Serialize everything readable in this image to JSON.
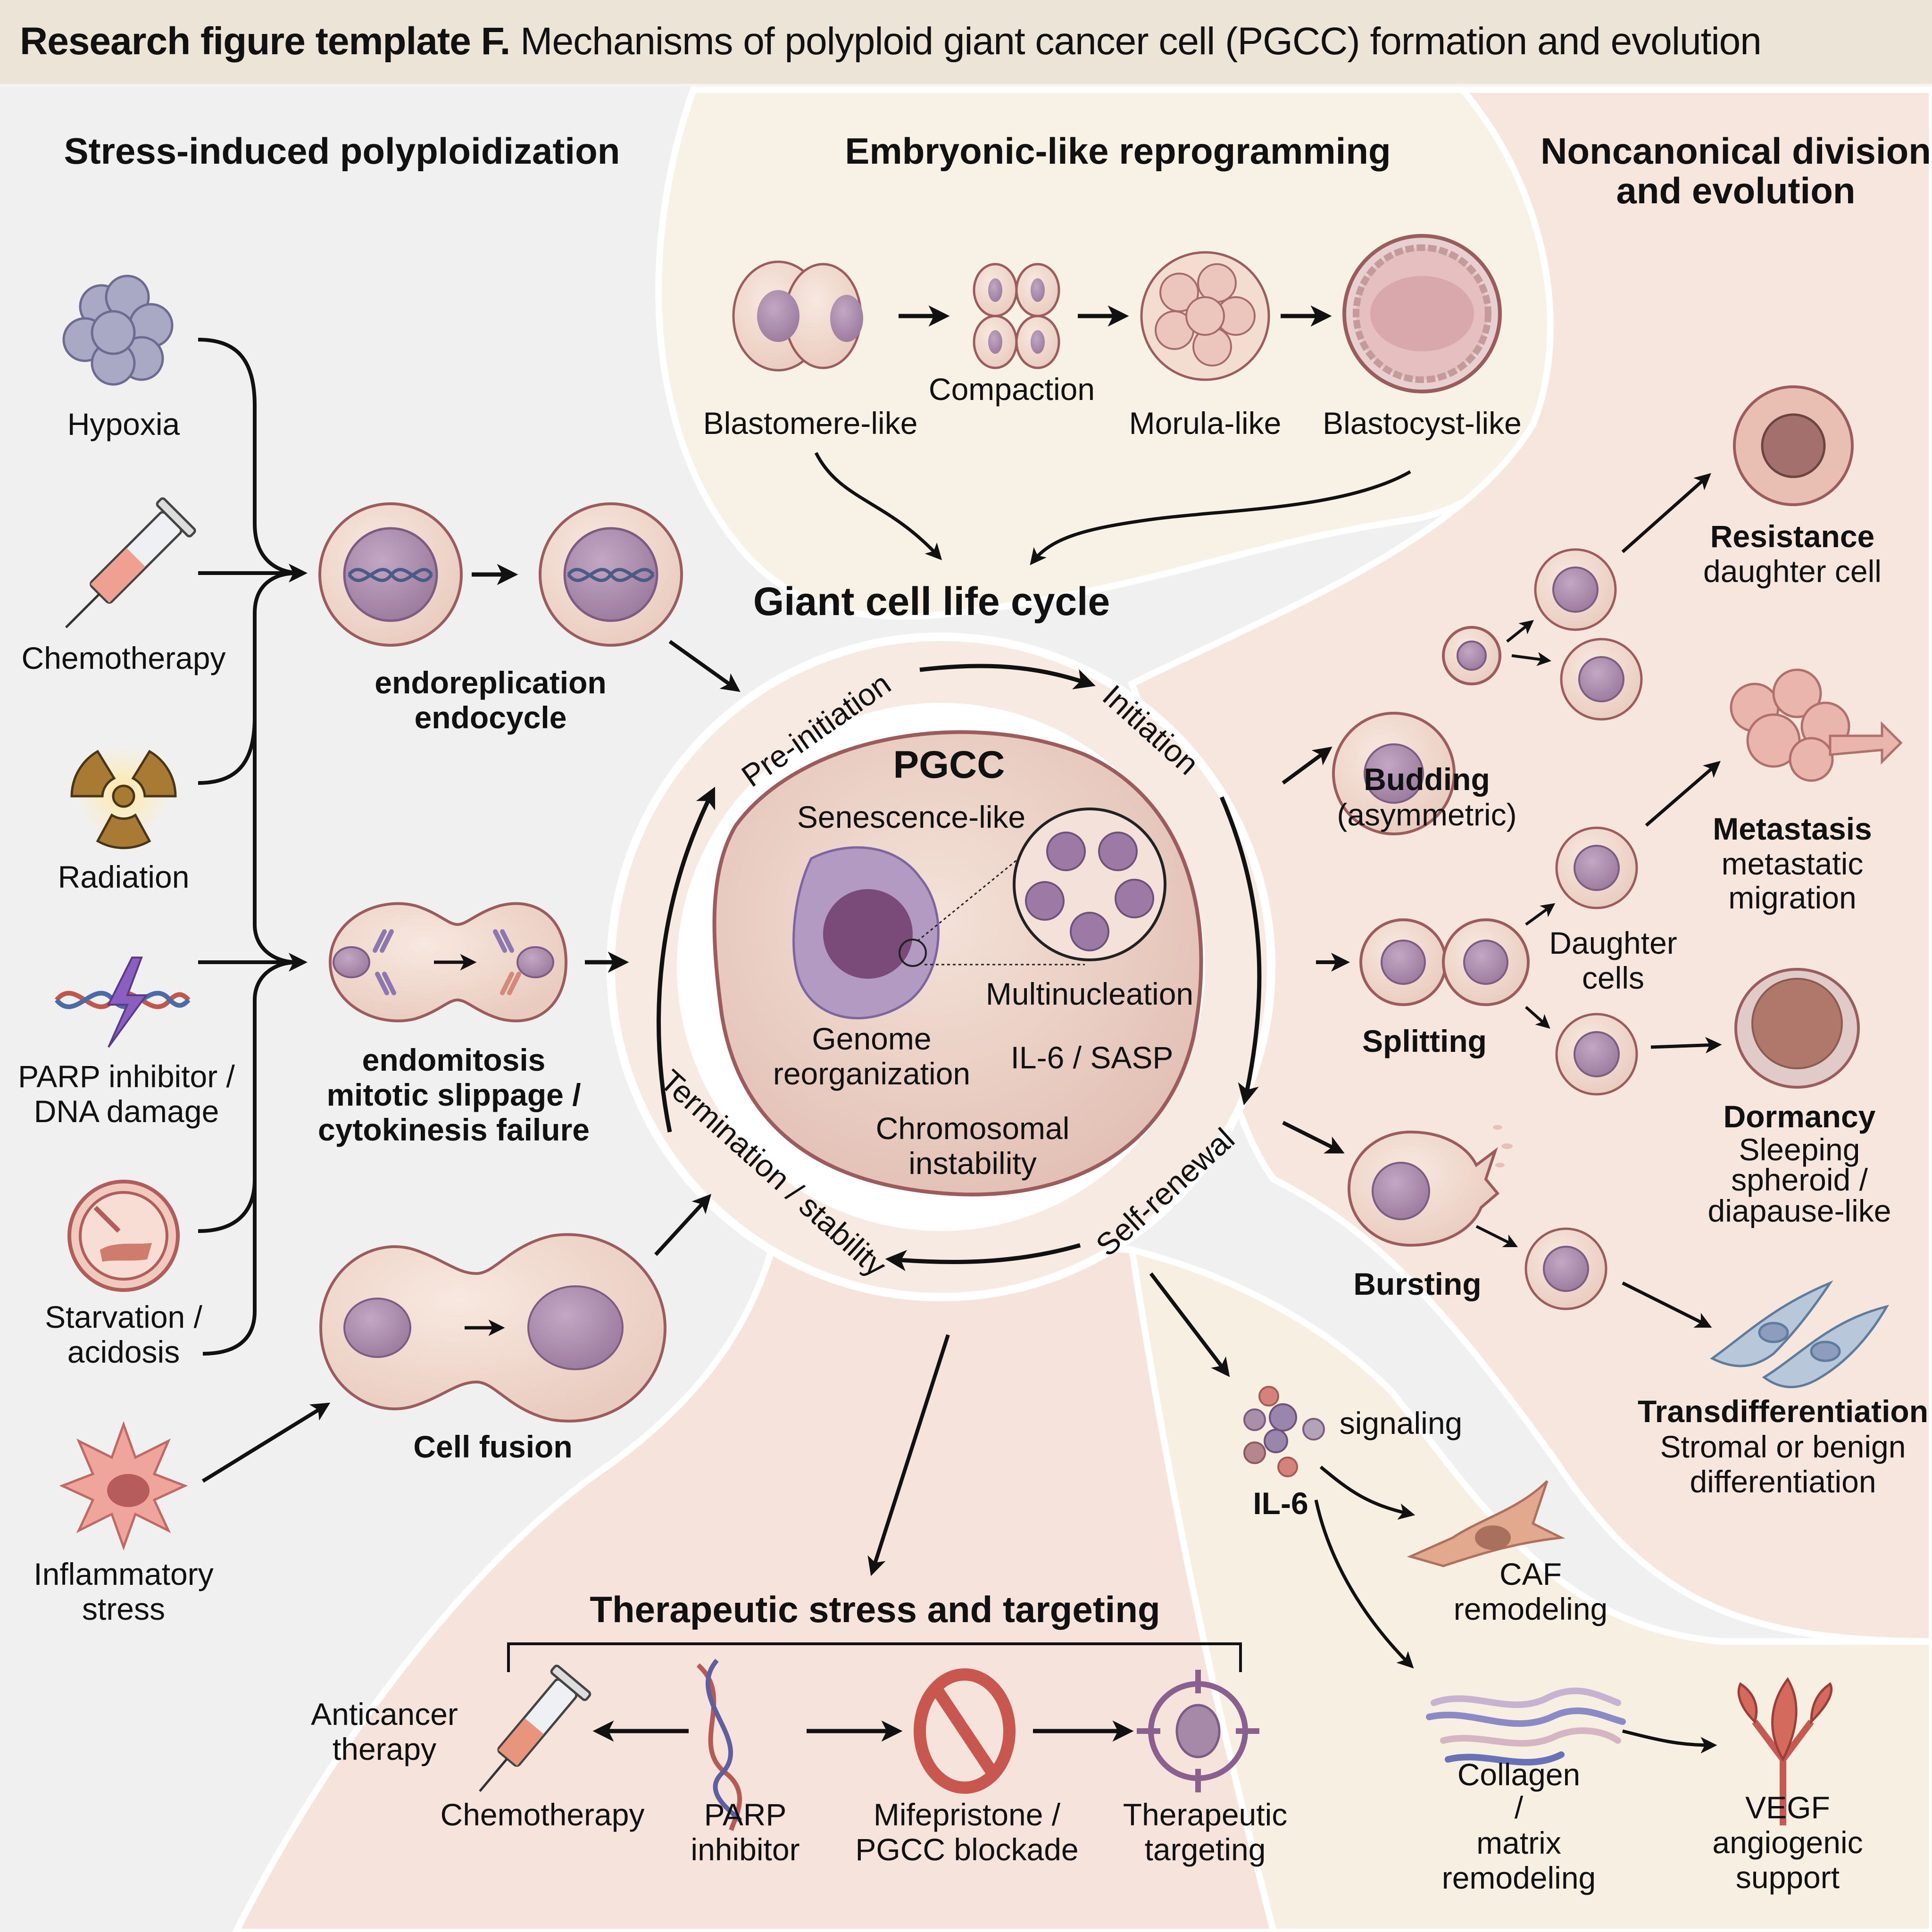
{
  "title": {
    "prefix": "Research figure template F.",
    "text": "Mechanisms of polyploid giant cancer cell (PGCC) formation and evolution"
  },
  "colors": {
    "panel_left": "#f1f0f2",
    "panel_top": "#f8f1e5",
    "panel_right": "#f6e6de",
    "panel_bottom": "#f5e3dc",
    "cell_fill": "#f0d9cc",
    "cell_stroke": "#9c5c5e",
    "nucleus": "#a989ab",
    "arrow": "#111111"
  },
  "sections": {
    "stress": {
      "title": "Stress-induced polyploidization",
      "inducers": [
        {
          "icon": "cell-cluster-icon",
          "label": "Hypoxia"
        },
        {
          "icon": "syringe-icon",
          "label": "Chemotherapy"
        },
        {
          "icon": "radiation-icon",
          "label": "Radiation"
        },
        {
          "icon": "dna-damage-icon",
          "label": "PARP inhibitor / DNA damage"
        },
        {
          "icon": "starvation-icon",
          "label": "Starvation / acidosis"
        },
        {
          "icon": "inflammatory-cell-icon",
          "label": "Inflammatory stress"
        }
      ],
      "routes": [
        {
          "line1": "endoreplication",
          "line2": "endocycle"
        },
        {
          "line1": "endomitosis",
          "line2": "mitotic slippage /",
          "line3": "cytokinesis failure"
        },
        {
          "line1": "Cell fusion"
        }
      ]
    },
    "embryonic": {
      "title": "Embryonic-like reprogramming",
      "stages": [
        "Blastomere-like",
        "Compaction",
        "Morula-like",
        "Blastocyst-like"
      ]
    },
    "lifecycle": {
      "title": "Giant cell life cycle",
      "phases": [
        "Pre-initiation",
        "Initiation",
        "Self-renewal",
        "Termination / stability"
      ],
      "center": {
        "name": "PGCC",
        "features": [
          "Senescence-like",
          "Multinucleation",
          "Genome",
          "reorganization",
          "IL-6 / SASP",
          "Chromosomal",
          "instability"
        ]
      }
    },
    "noncanonical": {
      "title_line1": "Noncanonical division",
      "title_line2": "and evolution",
      "modes": [
        {
          "bold": "Budding",
          "sub": "(asymmetric)"
        },
        {
          "bold": "Splitting"
        },
        {
          "bold": "Bursting"
        }
      ],
      "daughter_label_1": "Daughter",
      "daughter_label_2": "cells",
      "outcomes": [
        {
          "bold": "Resistance",
          "lines": [
            "daughter cell"
          ]
        },
        {
          "bold": "Metastasis",
          "lines": [
            "metastatic",
            "migration"
          ]
        },
        {
          "bold": "Dormancy",
          "lines": [
            "Sleeping",
            "spheroid /",
            "diapause-like"
          ]
        },
        {
          "bold": "Transdifferentiation",
          "lines": [
            "Stromal or benign",
            "differentiation"
          ]
        }
      ]
    },
    "microenvironment": {
      "signal_label": "signaling",
      "cytokine_label": "IL-6",
      "targets": [
        {
          "lines": [
            "CAF",
            "remodeling"
          ]
        },
        {
          "lines": [
            "Collagen",
            "/",
            "matrix",
            "remodeling"
          ]
        },
        {
          "lines": [
            "VEGF",
            "angiogenic",
            "support"
          ]
        }
      ]
    },
    "therapy": {
      "title": "Therapeutic stress and targeting",
      "side_label_1": "Anticancer",
      "side_label_2": "therapy",
      "items": [
        {
          "icon": "syringe-icon",
          "lines": [
            "Chemotherapy"
          ]
        },
        {
          "icon": "dna-icon",
          "lines": [
            "PARP",
            "inhibitor"
          ]
        },
        {
          "icon": "prohibition-icon",
          "lines": [
            "Mifepristone /",
            "PGCC blockade"
          ]
        },
        {
          "icon": "target-icon",
          "lines": [
            "Therapeutic",
            "targeting"
          ]
        }
      ]
    }
  }
}
